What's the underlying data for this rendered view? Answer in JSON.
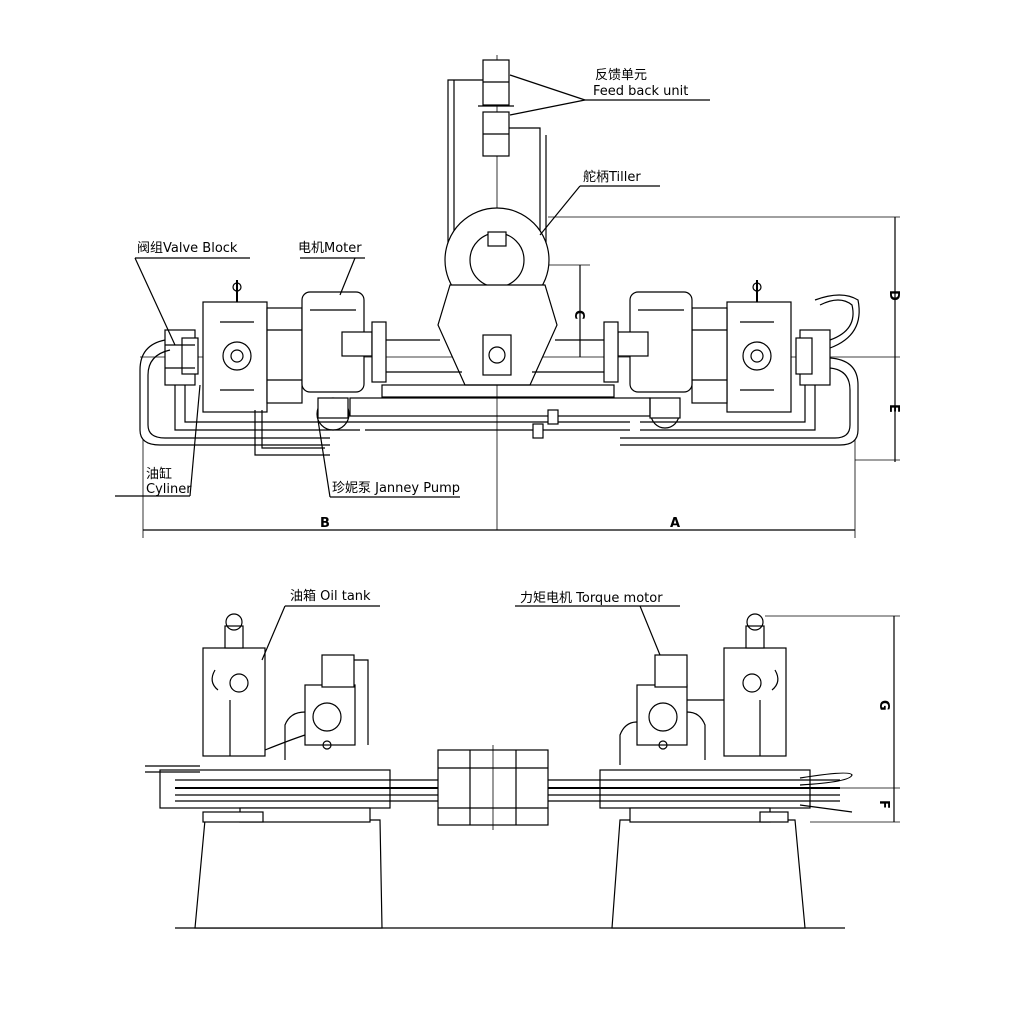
{
  "labels": {
    "feedback_cn": "反馈单元",
    "feedback_en": "Feed back unit",
    "tiller": "舵柄Tiller",
    "valve_block": "阀组Valve Block",
    "motor": "电机Moter",
    "cylinder_cn": "油缸",
    "cylinder_en": "Cyliner",
    "pump": "珍妮泵 Janney Pump",
    "oil_tank": "油箱 Oil tank",
    "torque_motor": "力矩电机 Torque motor"
  },
  "dimensions": {
    "A": "A",
    "B": "B",
    "C": "C",
    "D": "D",
    "E": "E",
    "F": "F",
    "G": "G"
  }
}
